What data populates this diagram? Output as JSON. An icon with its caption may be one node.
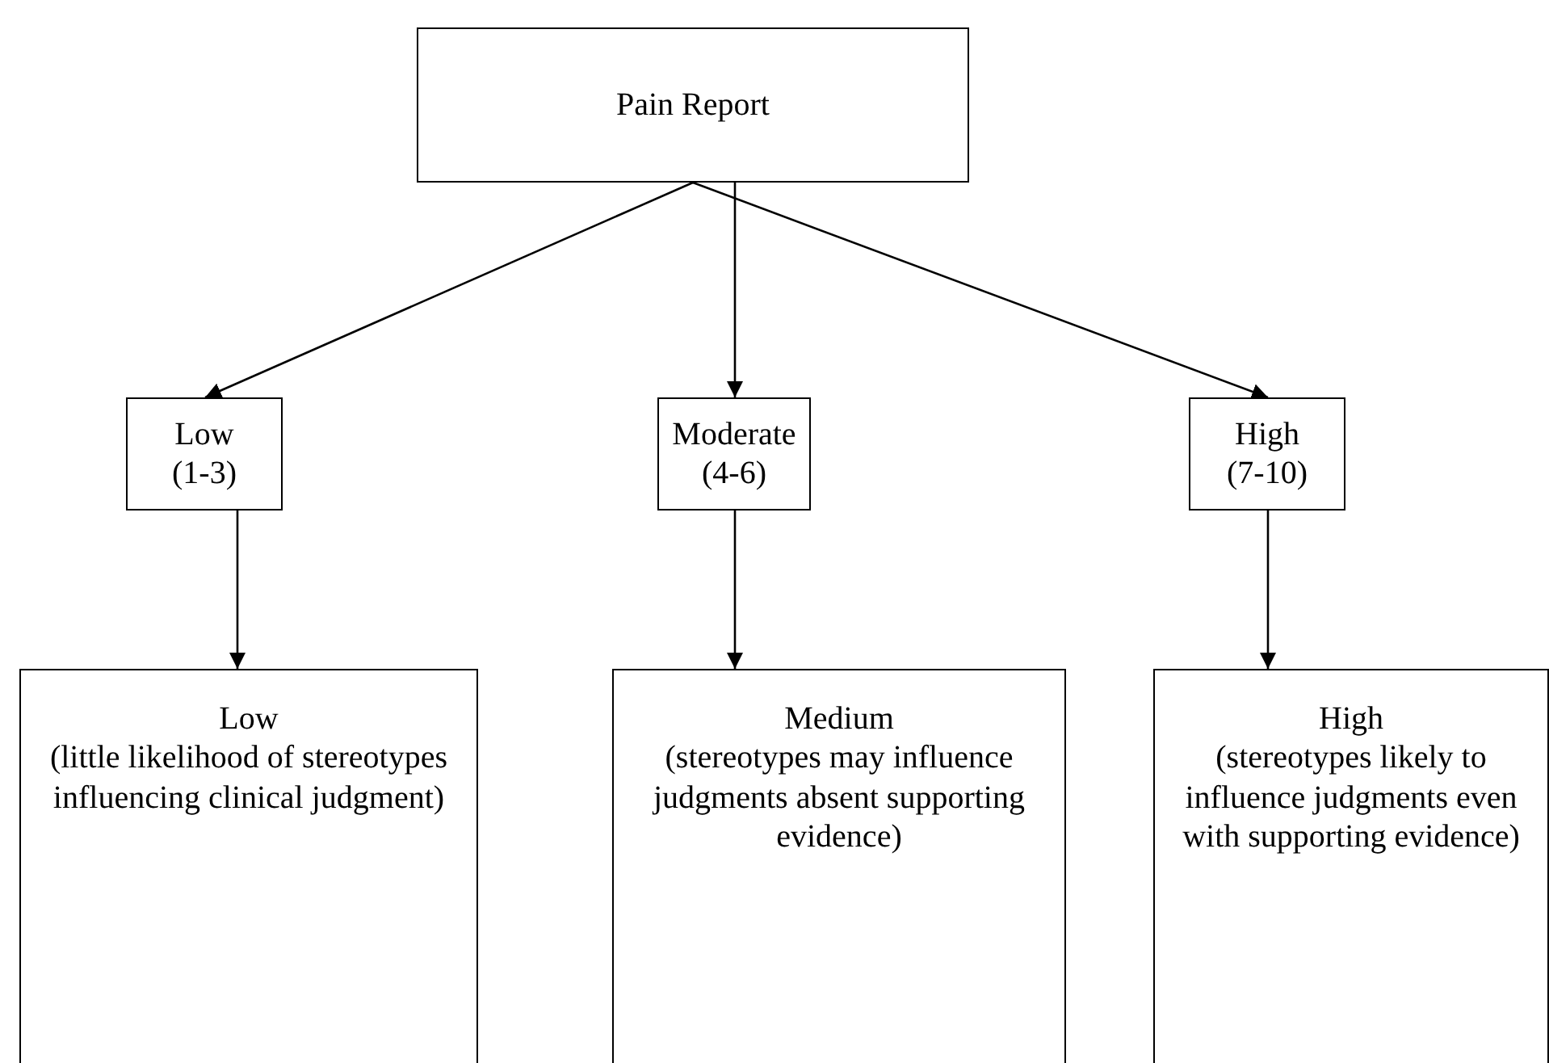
{
  "diagram": {
    "nodes": [
      {
        "text": [
          "Pain Report"
        ]
      },
      {
        "text": [
          "Low",
          "(1-3)"
        ]
      },
      {
        "text": [
          "Moderate",
          "(4-6)"
        ]
      },
      {
        "text": [
          "High",
          "(7-10)"
        ]
      },
      {
        "text": [
          "Low",
          "(little likelihood of stereotypes influencing clinical judgment)"
        ]
      },
      {
        "text": [
          "Medium",
          "(stereotypes may influence judgments absent supporting evidence)"
        ]
      },
      {
        "text": [
          "High",
          "(stereotypes likely to influence judgments even with supporting evidence)"
        ]
      }
    ],
    "edges": [
      {
        "from": 0,
        "to": 1,
        "arrow": "to"
      },
      {
        "from": 0,
        "to": 2,
        "arrow": "to"
      },
      {
        "from": 0,
        "to": 3,
        "arrow": "to"
      },
      {
        "from": 1,
        "to": 4,
        "arrow": "to"
      },
      {
        "from": 2,
        "to": 5,
        "arrow": "to"
      },
      {
        "from": 3,
        "to": 6,
        "arrow": "to"
      }
    ]
  }
}
